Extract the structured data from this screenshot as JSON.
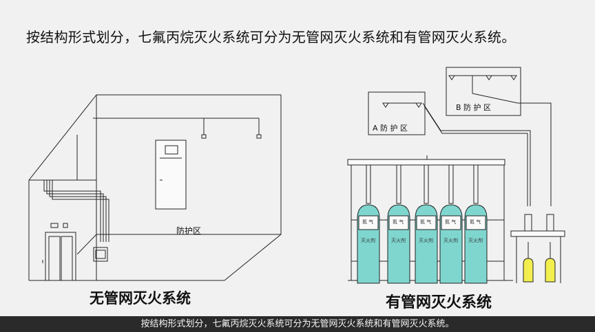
{
  "heading": "按结构形式划分，七氟丙烷灭火系统可分为无管网灭火系统和有管网灭火系统。",
  "left_diagram": {
    "caption": "无管网灭火系统",
    "zone_label": "防护区"
  },
  "right_diagram": {
    "caption": "有管网灭火系统",
    "zone_a_label": "A 防 护 区",
    "zone_b_label": "B 防 护 区",
    "cylinder_label": "灭火剂",
    "cylinder_top_text": "氮 气"
  },
  "subtitle": "按结构形式划分，七氟丙烷灭火系统可分为无管网灭火系统和有管网灭火系统。",
  "colors": {
    "cylinder": "#7fd6cf",
    "nitrogen_bottle": "#f2ee4e",
    "line": "#222222"
  }
}
